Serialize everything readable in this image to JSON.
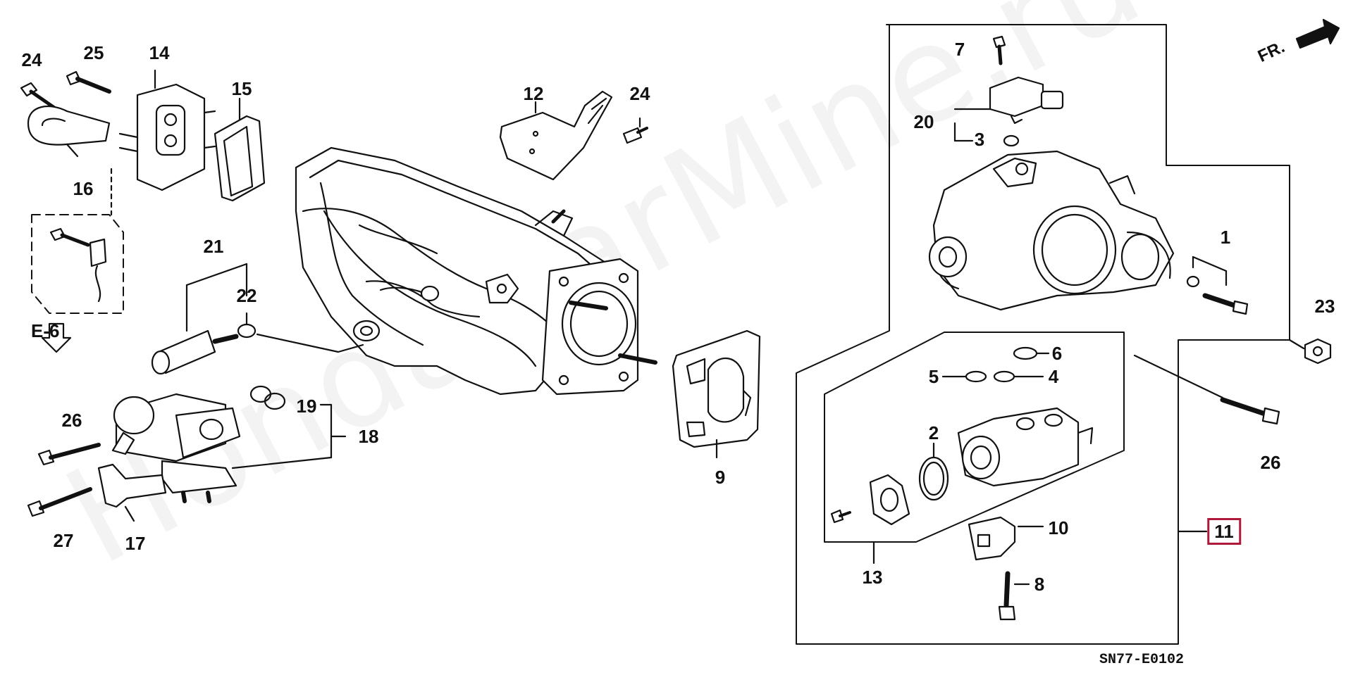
{
  "diagram": {
    "code": "SN77-E0102",
    "reference": "E-6",
    "front_marker": "FR.",
    "watermark": "HondaCarMine.ru",
    "highlight_color": "#b0183a",
    "labels": [
      {
        "id": "1",
        "text": "1"
      },
      {
        "id": "2",
        "text": "2"
      },
      {
        "id": "3",
        "text": "3"
      },
      {
        "id": "4",
        "text": "4"
      },
      {
        "id": "5",
        "text": "5"
      },
      {
        "id": "6",
        "text": "6"
      },
      {
        "id": "7",
        "text": "7"
      },
      {
        "id": "8",
        "text": "8"
      },
      {
        "id": "9",
        "text": "9"
      },
      {
        "id": "10",
        "text": "10"
      },
      {
        "id": "11",
        "text": "11"
      },
      {
        "id": "12",
        "text": "12"
      },
      {
        "id": "13",
        "text": "13"
      },
      {
        "id": "14",
        "text": "14"
      },
      {
        "id": "15",
        "text": "15"
      },
      {
        "id": "16",
        "text": "16"
      },
      {
        "id": "17",
        "text": "17"
      },
      {
        "id": "18",
        "text": "18"
      },
      {
        "id": "19",
        "text": "19"
      },
      {
        "id": "20",
        "text": "20"
      },
      {
        "id": "21",
        "text": "21"
      },
      {
        "id": "22",
        "text": "22"
      },
      {
        "id": "23",
        "text": "23"
      },
      {
        "id": "24a",
        "text": "24"
      },
      {
        "id": "24b",
        "text": "24"
      },
      {
        "id": "25",
        "text": "25"
      },
      {
        "id": "26a",
        "text": "26"
      },
      {
        "id": "26b",
        "text": "26"
      },
      {
        "id": "27",
        "text": "27"
      }
    ]
  }
}
